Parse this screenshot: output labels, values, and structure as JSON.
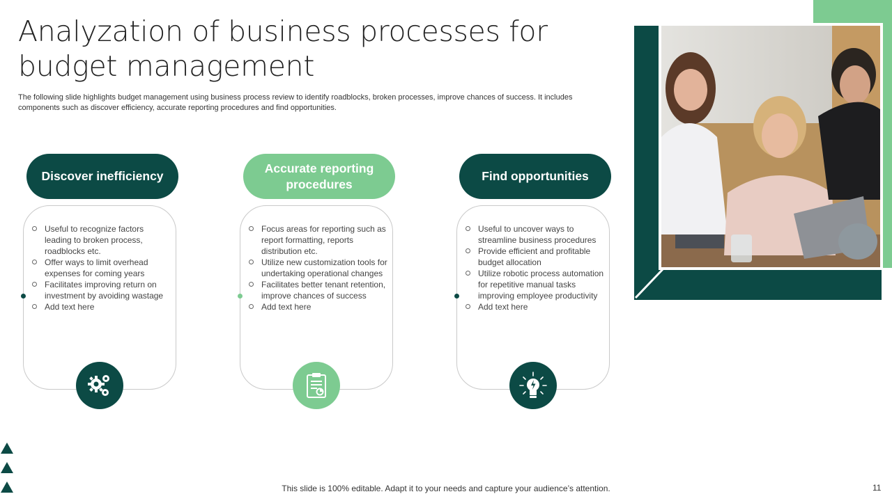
{
  "title": "Analyzation of business processes for budget management",
  "subtitle": "The following slide highlights budget management using business process review to identify roadblocks, broken processes, improve chances of success. It includes components such as discover efficiency, accurate reporting procedures and find opportunities.",
  "colors": {
    "dark_green": "#0c4a45",
    "light_green": "#7dcb91",
    "white": "#ffffff"
  },
  "cards": [
    {
      "heading": "Discover inefficiency",
      "icon": "gears-icon",
      "accent": "#0c4a45",
      "bullets": [
        "Useful to recognize factors leading to broken process, roadblocks etc.",
        "Offer ways to limit overhead expenses for coming years",
        "Facilitates improving return on investment by avoiding wastage",
        "Add text here"
      ]
    },
    {
      "heading": "Accurate reporting procedures",
      "icon": "report-clipboard-icon",
      "accent": "#7dcb91",
      "bullets": [
        "Focus areas for reporting such as report formatting, reports distribution etc.",
        "Utilize new customization tools for undertaking operational changes",
        "Facilitates better tenant retention, improve chances of success",
        "Add text here"
      ]
    },
    {
      "heading": "Find opportunities",
      "icon": "idea-bulb-icon",
      "accent": "#0c4a45",
      "bullets": [
        "Useful to uncover ways to streamline business procedures",
        "Provide efficient and profitable budget allocation",
        "Utilize robotic process automation for repetitive manual tasks improving employee productivity",
        "Add text here"
      ]
    }
  ],
  "footer": "This slide is 100% editable. Adapt it to your needs and capture your audience’s attention.",
  "page_number": "11"
}
